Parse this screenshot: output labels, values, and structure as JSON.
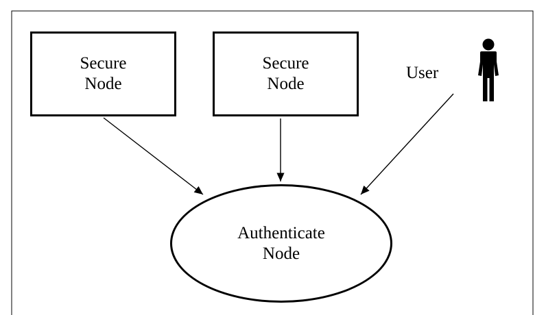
{
  "diagram": {
    "nodes": {
      "secure_node_1": {
        "line1": "Secure",
        "line2": "Node"
      },
      "secure_node_2": {
        "line1": "Secure",
        "line2": "Node"
      },
      "authenticate_node": {
        "line1": "Authenticate",
        "line2": "Node"
      },
      "user": {
        "label": "User",
        "icon": "person-icon"
      }
    },
    "edges": [
      {
        "from": "Secure Node (left)",
        "to": "Authenticate Node"
      },
      {
        "from": "Secure Node (right)",
        "to": "Authenticate Node"
      },
      {
        "from": "User",
        "to": "Authenticate Node"
      }
    ],
    "colors": {
      "stroke": "#000000",
      "background": "#ffffff"
    }
  }
}
